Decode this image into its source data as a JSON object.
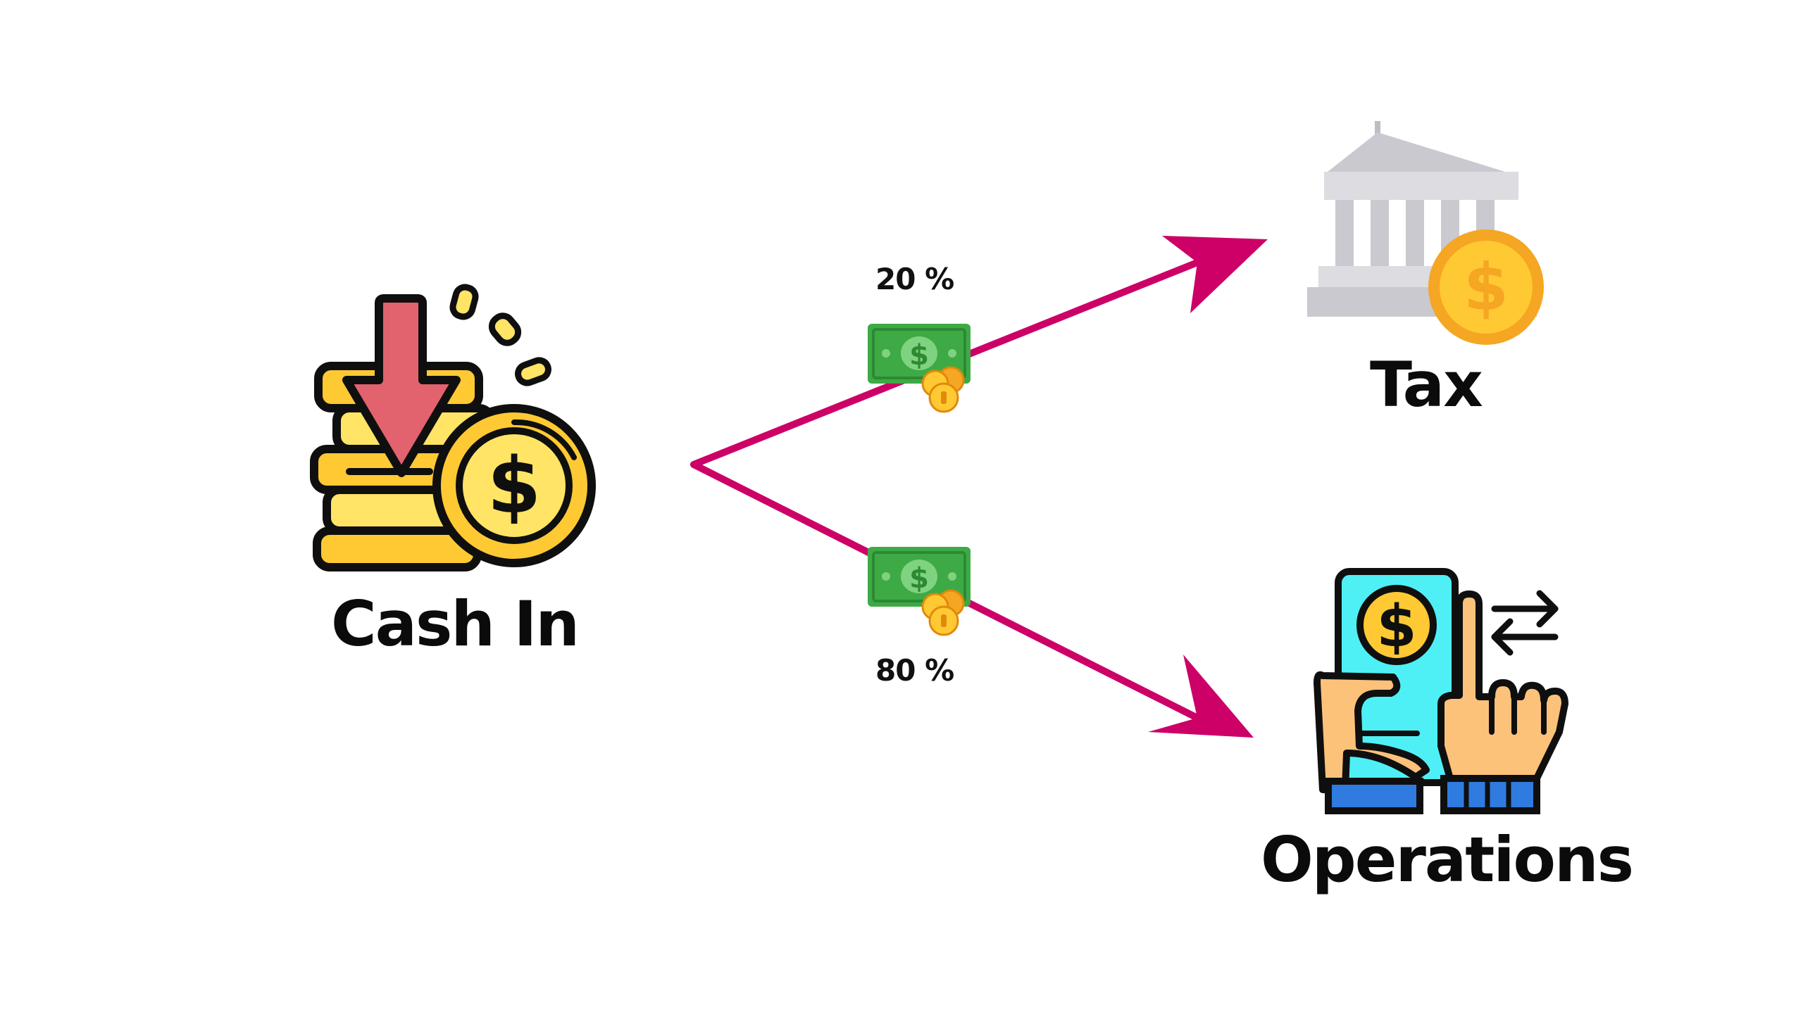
{
  "nodes": {
    "source": {
      "label": "Cash In",
      "icon": "cash-in-icon"
    },
    "tax": {
      "label": "Tax",
      "icon": "bank-icon"
    },
    "operations": {
      "label": "Operations",
      "icon": "mobile-payment-icon"
    }
  },
  "flows": [
    {
      "to": "tax",
      "share": "20 %",
      "icon": "money-icon"
    },
    {
      "to": "operations",
      "share": "80 %",
      "icon": "money-icon"
    }
  ],
  "colors": {
    "arrow": "#CC0066",
    "coin": "#FFC933",
    "coin_dark": "#F5A623",
    "outline": "#0F0F0F",
    "red_arrow": "#E2626E",
    "bill": "#3DAA45",
    "phone": "#4EF0F5",
    "skin": "#FCC27A",
    "sleeve": "#2F7BE0",
    "building": "#C9C9CF"
  }
}
